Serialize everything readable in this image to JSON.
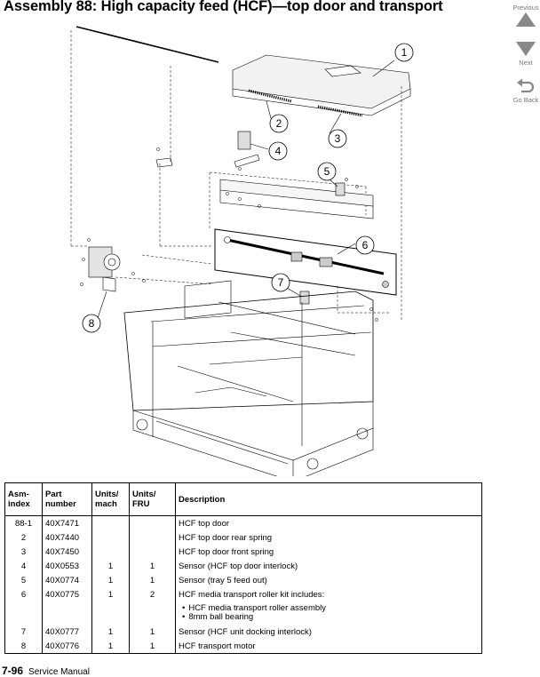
{
  "page": {
    "title": "Assembly 88:  High capacity feed (HCF)—top door and transport"
  },
  "nav": {
    "previous_label": "Previous",
    "next_label": "Next",
    "goback_label": "Go Back"
  },
  "callouts": [
    "1",
    "2",
    "3",
    "4",
    "5",
    "6",
    "7",
    "8"
  ],
  "table": {
    "headers": {
      "asm_line1": "Asm-",
      "asm_line2": "index",
      "part_line1": "Part",
      "part_line2": "number",
      "units_mach_line1": "Units/",
      "units_mach_line2": "mach",
      "units_fru_line1": "Units/",
      "units_fru_line2": "FRU",
      "description": "Description"
    },
    "rows": [
      {
        "asm": "88-1",
        "part": "40X7471",
        "mach": "",
        "fru": "",
        "desc": "HCF top door"
      },
      {
        "asm": "2",
        "part": "40X7440",
        "mach": "",
        "fru": "",
        "desc": "HCF top door rear spring"
      },
      {
        "asm": "3",
        "part": "40X7450",
        "mach": "",
        "fru": "",
        "desc": "HCF top door front spring"
      },
      {
        "asm": "4",
        "part": "40X0553",
        "mach": "1",
        "fru": "1",
        "desc": "Sensor (HCF top door interlock)"
      },
      {
        "asm": "5",
        "part": "40X0774",
        "mach": "1",
        "fru": "1",
        "desc": "Sensor (tray 5 feed out)"
      },
      {
        "asm": "6",
        "part": "40X0775",
        "mach": "1",
        "fru": "2",
        "desc": "HCF media transport roller kit includes:"
      },
      {
        "asm": "7",
        "part": "40X0777",
        "mach": "1",
        "fru": "1",
        "desc": "Sensor (HCF unit docking interlock)"
      },
      {
        "asm": "8",
        "part": "40X0776",
        "mach": "1",
        "fru": "1",
        "desc": "HCF transport motor"
      }
    ],
    "kit_items": [
      "HCF media transport roller assembly",
      "8mm ball bearing"
    ]
  },
  "footer": {
    "page_number": "7-96",
    "manual": "Service Manual"
  }
}
